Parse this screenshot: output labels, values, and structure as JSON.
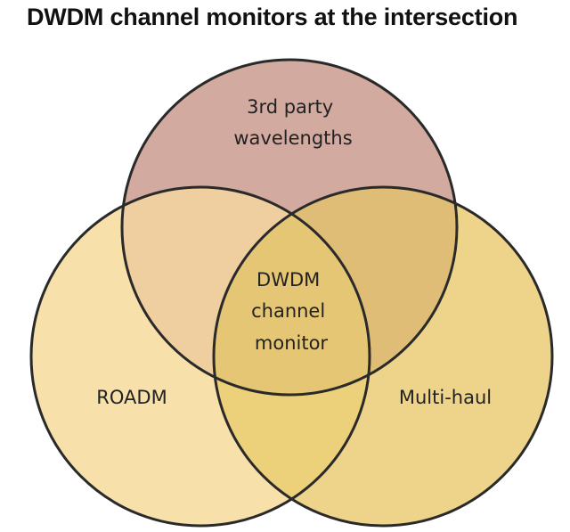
{
  "title": "DWDM channel monitors at the intersection",
  "diagram": {
    "type": "venn",
    "sets": [
      {
        "id": "top",
        "lines": [
          "3rd party",
          "wavelengths"
        ],
        "color": "#d2aaa0"
      },
      {
        "id": "left",
        "lines": [
          "ROADM"
        ],
        "color": "#f7e0aa"
      },
      {
        "id": "right",
        "lines": [
          "Multi-haul"
        ],
        "color": "#eed48a"
      }
    ],
    "intersections": {
      "top_left": "#efcfa0",
      "top_right": "#e0bd76",
      "left_right": "#ecd17a",
      "center": {
        "lines": [
          "DWDM",
          "channel",
          "monitor"
        ],
        "color": "#e5c674"
      }
    },
    "outline_color": "#2a2a2a"
  }
}
